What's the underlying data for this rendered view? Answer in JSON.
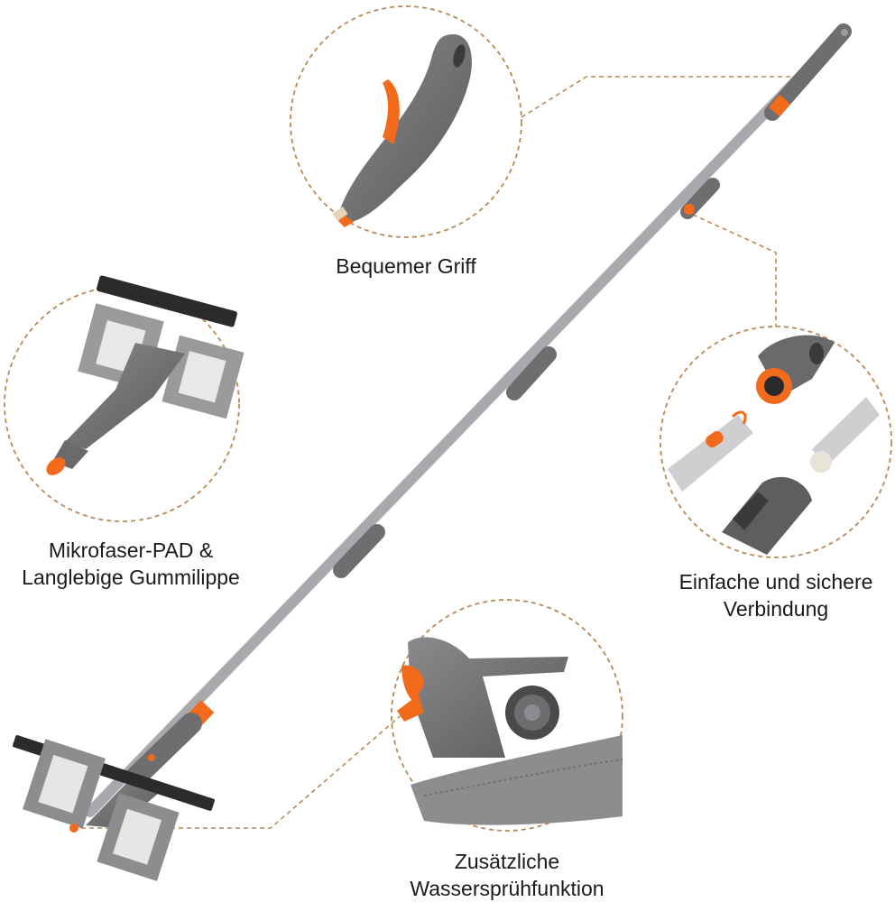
{
  "callouts": {
    "handle": {
      "lines": [
        "Bequemer Griff"
      ]
    },
    "pad": {
      "lines": [
        "Mikrofaser-PAD &",
        "Langlebige Gummilippe"
      ]
    },
    "connection": {
      "lines": [
        "Einfache und sichere",
        "Verbindung"
      ]
    },
    "spray": {
      "lines": [
        "Zusätzliche",
        "Wassersprühfunktion"
      ]
    }
  },
  "colors": {
    "accent_orange": "#f26a1b",
    "body_gray": "#6e6e70",
    "pole_silver": "#b9b9bd",
    "dashed_ring": "#b88a5a",
    "microfiber_gray": "#8d8d8f"
  }
}
